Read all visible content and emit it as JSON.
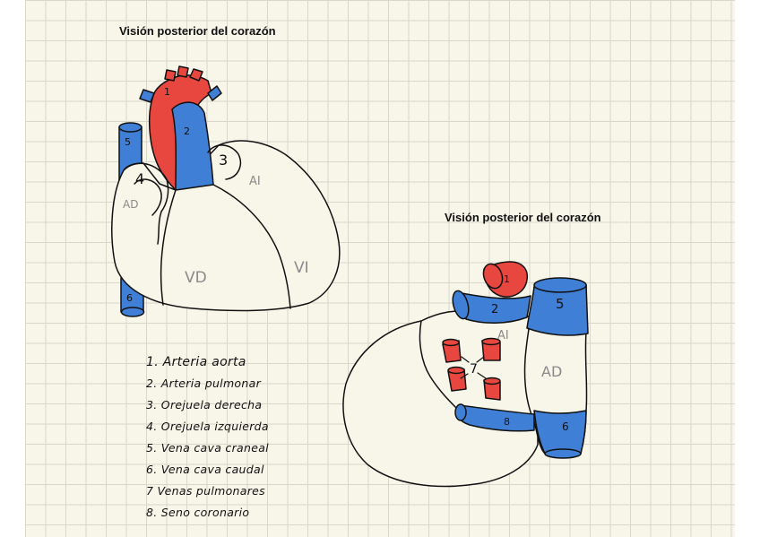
{
  "titles": {
    "left": "Visión posterior del corazón",
    "right": "Visión posterior del corazón"
  },
  "colors": {
    "red": "#e8473f",
    "blue": "#3f7fd6",
    "stroke": "#111111",
    "paper": "#f8f5e9",
    "grid": "#d9d6ca"
  },
  "diagram_left": {
    "numbers": {
      "n1": "1",
      "n2": "2",
      "n3": "3",
      "n4": "4",
      "n5": "5",
      "n6": "6"
    },
    "regions": {
      "ad": "AD",
      "ai": "AI",
      "vd": "VD",
      "vi": "VI"
    }
  },
  "diagram_right": {
    "numbers": {
      "n1": "1",
      "n2": "2",
      "n5": "5",
      "n6": "6",
      "n7": "7",
      "n8": "8"
    },
    "regions": {
      "ai": "AI",
      "ad": "AD"
    }
  },
  "legend": [
    "1. Arteria aorta",
    "2. Arteria pulmonar",
    "3. Orejuela derecha",
    "4. Orejuela izquierda",
    "5. Vena cava craneal",
    "6. Vena cava caudal",
    "7 Venas pulmonares",
    "8. Seno coronario"
  ]
}
